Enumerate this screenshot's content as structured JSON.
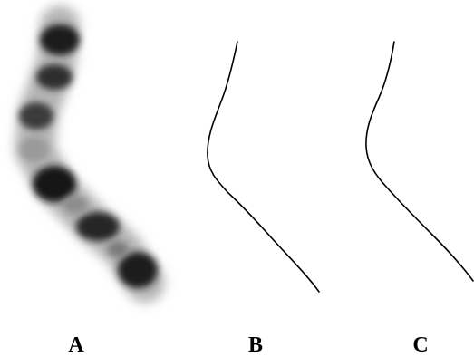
{
  "panels": [
    {
      "label": "A",
      "kind": "chromosome-image"
    },
    {
      "label": "B",
      "kind": "centerline-trace"
    },
    {
      "label": "C",
      "kind": "centerline-trace"
    }
  ],
  "colors": {
    "background": "#ffffff",
    "ink": "#000000",
    "chromosome_light": "#b5b5b5",
    "chromosome_mid": "#6a6a6a",
    "chromosome_dark": "#1c1c1c"
  }
}
